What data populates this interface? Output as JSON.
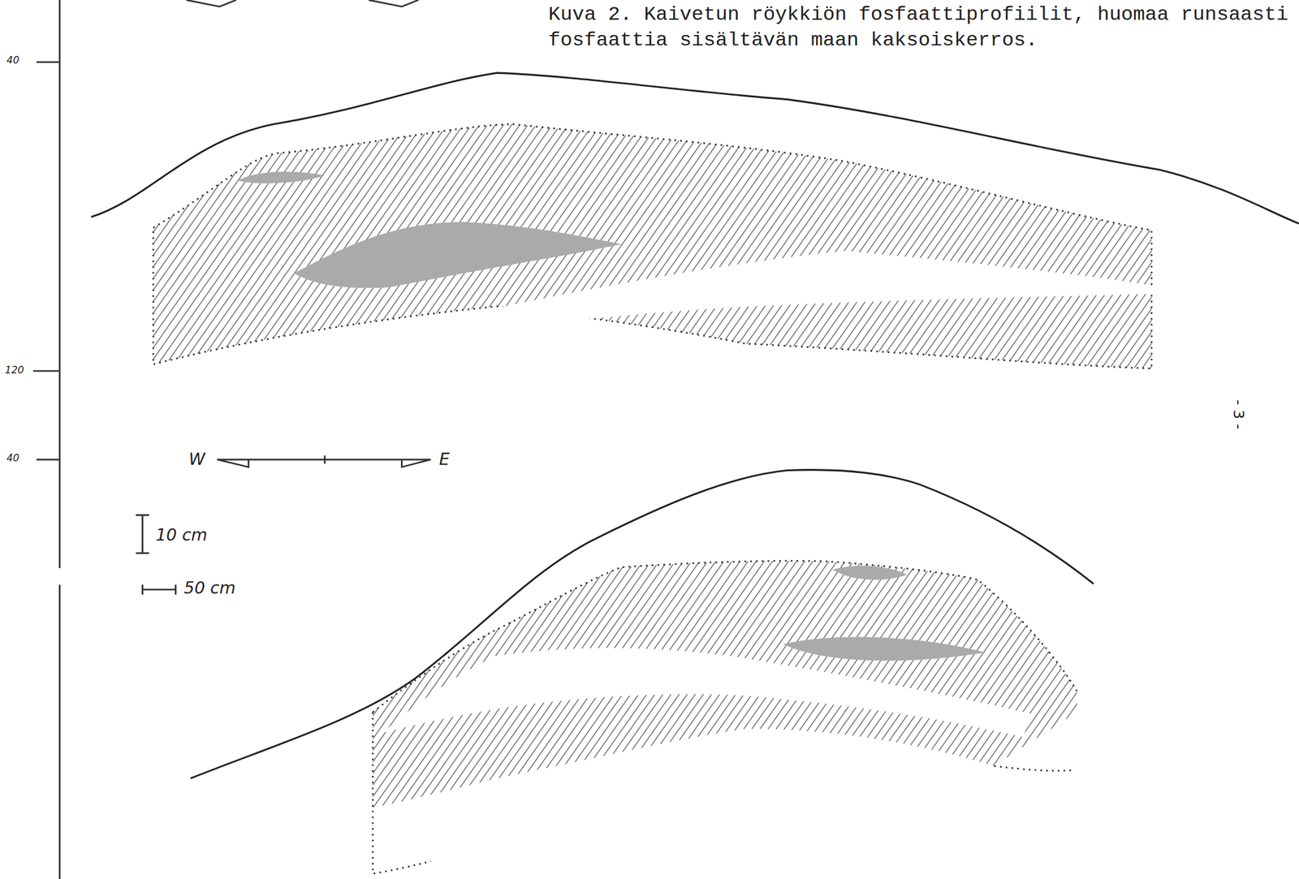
{
  "diagram": {
    "caption": "Kuva 2. Kaivetun röykkiön fosfaattiprofiilit, huomaa runsaasti fosfaattia sisältävän maan kaksoiskerros.",
    "labels": [
      "40",
      "120",
      "40",
      "W",
      "E",
      "10 cm",
      "50 cm",
      "- 3 -"
    ]
  }
}
